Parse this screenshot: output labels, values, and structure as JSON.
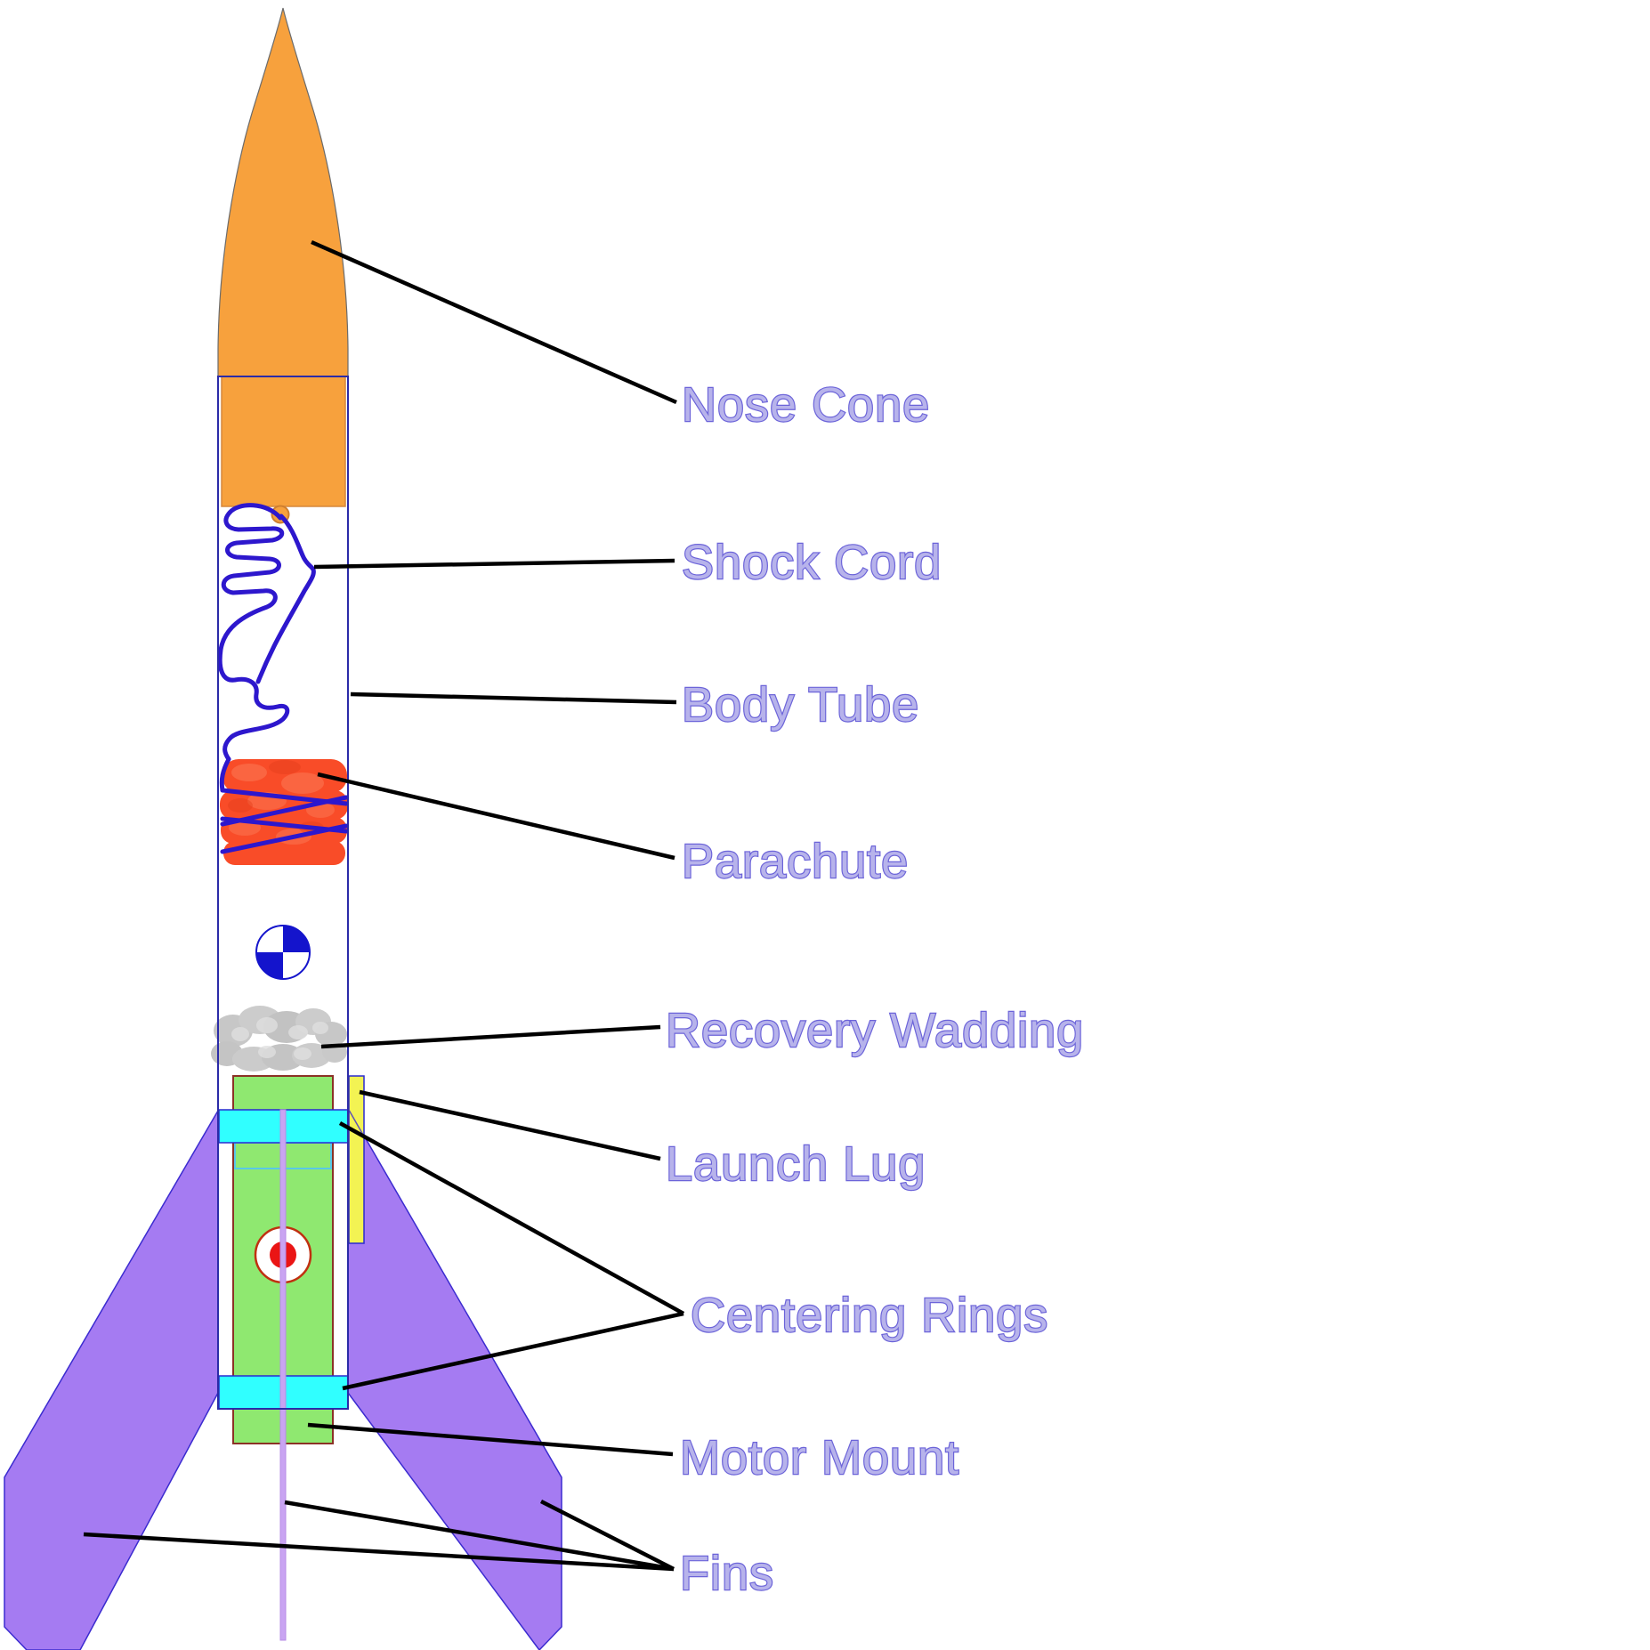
{
  "page": {
    "type": "labeled parts diagram",
    "subject": "Model rocket components",
    "background": "#ffffff"
  },
  "labels": {
    "nose_cone": "Nose Cone",
    "shock_cord": "Shock Cord",
    "body_tube": "Body Tube",
    "parachute": "Parachute",
    "recovery_wadding": "Recovery Wadding",
    "launch_lug": "Launch Lug",
    "centering_rings": "Centering Rings",
    "motor_mount": "Motor Mount",
    "fins": "Fins"
  },
  "colors": {
    "label_text_fill": "#b7b3eb",
    "label_text_outline": "#6c64d9",
    "leader_line": "#000000",
    "nose_cone": "#f7a13d",
    "body_tube_outline": "#2b2ba8",
    "shock_cord": "#2d17cd",
    "parachute": "#f94c28",
    "recovery_wadding": "#c7c7c7",
    "motor_mount": "#8fe870",
    "motor_mount_outline": "#8b3226",
    "centering_rings": "#30ffff",
    "launch_lug": "#f3f353",
    "fins": "#a57bf2",
    "fin_outline": "#3b2bd0",
    "launch_rod": "#c9a4f2",
    "cg_marker_blue": "#1414cc",
    "roundel_red": "#ea1515"
  }
}
